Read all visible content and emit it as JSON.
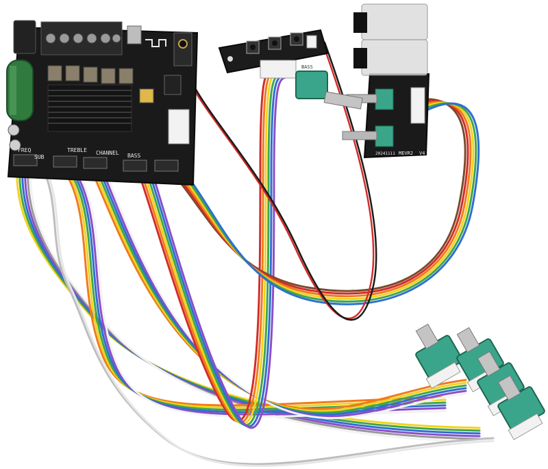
{
  "photo": {
    "background_color": "#ffffff",
    "board_color": "#1a1a1a",
    "heatsink_color": "#141414",
    "pot_body_color": "#3aa58a",
    "capacitor_color": "#2f7a3d",
    "cable_colors": [
      "#7a4b2a",
      "#d12d2a",
      "#f07a1c",
      "#f2d21f",
      "#3fa64a",
      "#2f6fd1",
      "#8a4fc9",
      "#9a9a9a",
      "#f2f2f2",
      "#1a1a1a"
    ]
  },
  "silkscreen": {
    "main_labels": [
      "FREQ",
      "SUB",
      "TREBLE",
      "CHANNEL",
      "BASS"
    ],
    "jack_board_label": "MEVR2",
    "jack_board_version": "V4",
    "jack_board_code": "20241111",
    "bass_pot_label": "BASS"
  }
}
